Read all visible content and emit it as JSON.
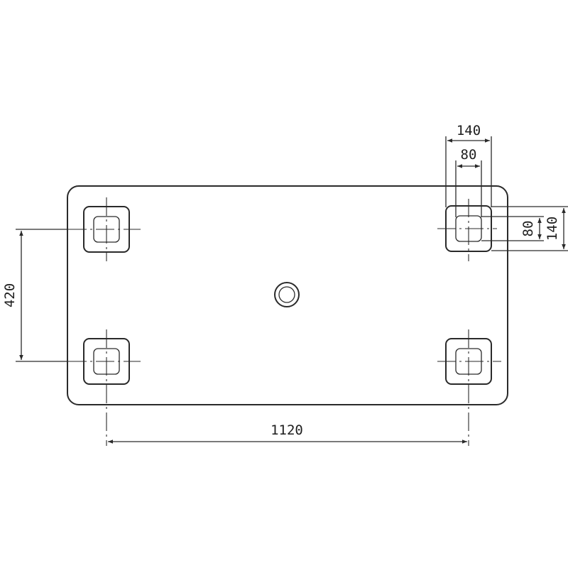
{
  "dimensions": {
    "length": "1120",
    "height": "420",
    "pad_outer_width": "140",
    "pad_inner_width": "80",
    "pad_outer_height": "140",
    "pad_inner_height": "80"
  },
  "colors": {
    "line": "#2a2a2a",
    "background": "#ffffff"
  }
}
